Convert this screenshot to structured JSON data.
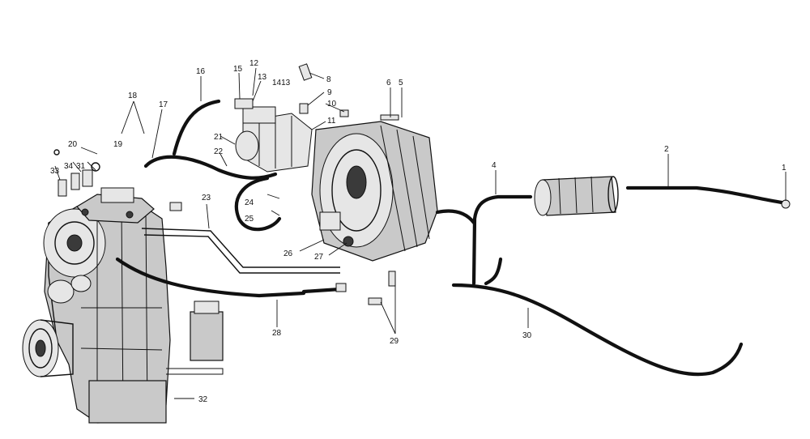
{
  "callouts": [
    {
      "id": "1",
      "text": "1"
    },
    {
      "id": "2",
      "text": "2"
    },
    {
      "id": "4",
      "text": "4"
    },
    {
      "id": "5",
      "text": "5"
    },
    {
      "id": "6",
      "text": "6"
    },
    {
      "id": "8",
      "text": "8"
    },
    {
      "id": "9",
      "text": "9"
    },
    {
      "id": "10",
      "text": "10"
    },
    {
      "id": "11",
      "text": "11"
    },
    {
      "id": "12",
      "text": "12"
    },
    {
      "id": "13a",
      "text": "13"
    },
    {
      "id": "1413",
      "text": "1413"
    },
    {
      "id": "15",
      "text": "15"
    },
    {
      "id": "16",
      "text": "16"
    },
    {
      "id": "17",
      "text": "17"
    },
    {
      "id": "18",
      "text": "18"
    },
    {
      "id": "19",
      "text": "19"
    },
    {
      "id": "20",
      "text": "20"
    },
    {
      "id": "21",
      "text": "21"
    },
    {
      "id": "22",
      "text": "22"
    },
    {
      "id": "23",
      "text": "23"
    },
    {
      "id": "24",
      "text": "24"
    },
    {
      "id": "25",
      "text": "25"
    },
    {
      "id": "26",
      "text": "26"
    },
    {
      "id": "27",
      "text": "27"
    },
    {
      "id": "28",
      "text": "28"
    },
    {
      "id": "29",
      "text": "29"
    },
    {
      "id": "30",
      "text": "30"
    },
    {
      "id": "31",
      "text": "31"
    },
    {
      "id": "32",
      "text": "32"
    },
    {
      "id": "33",
      "text": "33"
    },
    {
      "id": "34",
      "text": "34"
    }
  ]
}
